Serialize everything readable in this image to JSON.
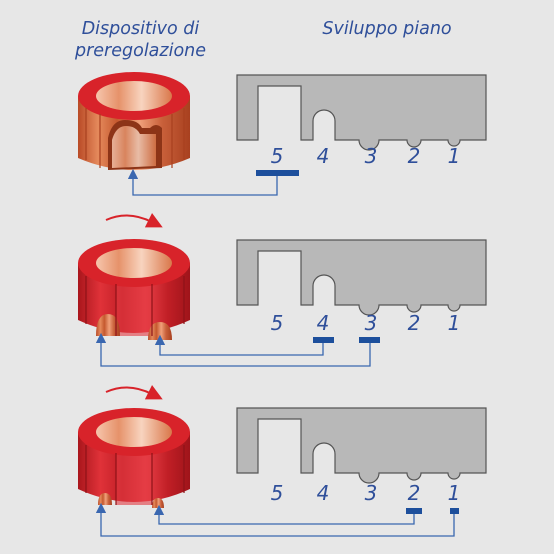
{
  "title_left": "Dispositivo di preregolazione",
  "title_right": "Sviluppo piano",
  "position_numbers": [
    "5",
    "4",
    "3",
    "2",
    "1"
  ],
  "rows": [
    {
      "selected_positions": [
        "5"
      ]
    },
    {
      "selected_positions": [
        "4",
        "3"
      ]
    },
    {
      "selected_positions": [
        "2",
        "1"
      ]
    }
  ],
  "colors": {
    "background": "#e7e7e7",
    "strip": "#b8b8b8",
    "ring_red": "#d8232a",
    "ring_copper": "#d9774a",
    "marker_blue": "#1d4f9c",
    "arrow_blue": "#3a67b0",
    "rotation_arrow": "#d8232a"
  }
}
